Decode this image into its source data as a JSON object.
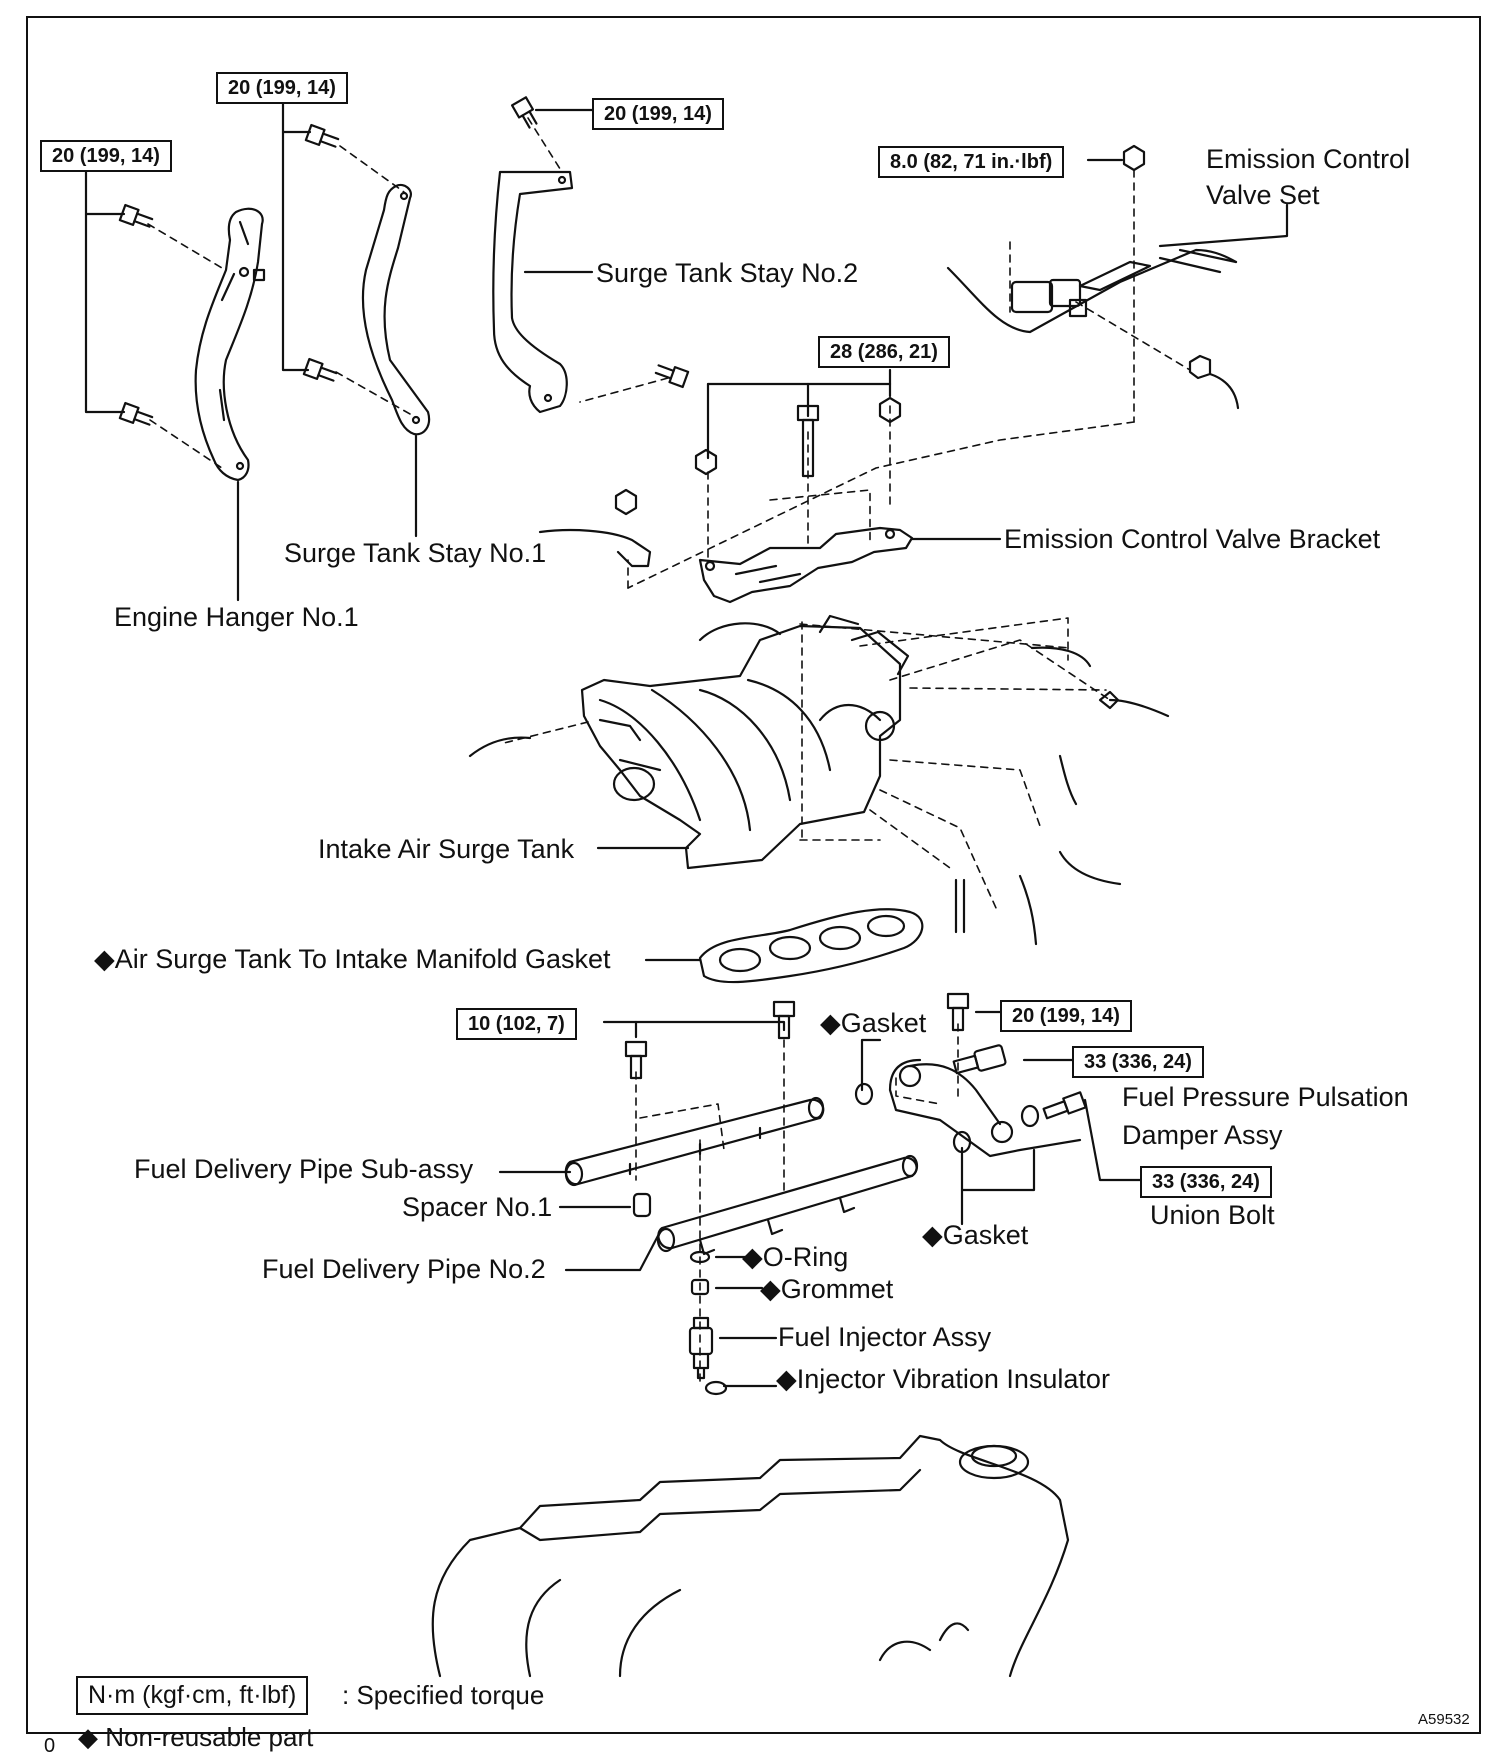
{
  "diagram": {
    "torque_labels": {
      "engine_hanger": "20 (199, 14)",
      "stay_no1": "20 (199, 14)",
      "stay_no2": "20 (199, 14)",
      "emission_valve": "8.0 (82, 71 in.·lbf)",
      "bracket": "28 (286, 21)",
      "delivery_pipe": "10 (102, 7)",
      "gasket_bolt": "20 (199, 14)",
      "pulsation_damper": "33 (336, 24)",
      "union_bolt": "33 (336, 24)"
    },
    "part_labels": {
      "emission_control_valve_set_1": "Emission Control",
      "emission_control_valve_set_2": "Valve Set",
      "surge_tank_stay_no2": "Surge Tank Stay No.2",
      "emission_control_valve_bracket": "Emission Control Valve Bracket",
      "surge_tank_stay_no1": "Surge Tank Stay No.1",
      "engine_hanger_no1": "Engine Hanger No.1",
      "intake_air_surge_tank": "Intake Air Surge Tank",
      "air_surge_tank_gasket": "◆Air Surge Tank To Intake Manifold Gasket",
      "gasket_top": "◆Gasket",
      "fuel_pressure_pulsation_1": "Fuel Pressure Pulsation",
      "fuel_pressure_pulsation_2": "Damper Assy",
      "union_bolt": "Union Bolt",
      "fuel_delivery_pipe_sub_assy": "Fuel Delivery Pipe Sub-assy",
      "spacer_no1": "Spacer No.1",
      "gasket_bottom": "◆Gasket",
      "fuel_delivery_pipe_no2": "Fuel Delivery Pipe No.2",
      "o_ring": "◆O-Ring",
      "grommet": "◆Grommet",
      "fuel_injector_assy": "Fuel Injector Assy",
      "injector_vibration_insulator": "◆Injector Vibration Insulator"
    },
    "legend": {
      "torque_unit": "N·m (kgf·cm, ft·lbf)",
      "torque_text": ": Specified torque",
      "nonreusable_text": "◆ Non-reusable part",
      "corner_mark": "0"
    },
    "figure_id": "A59532"
  }
}
